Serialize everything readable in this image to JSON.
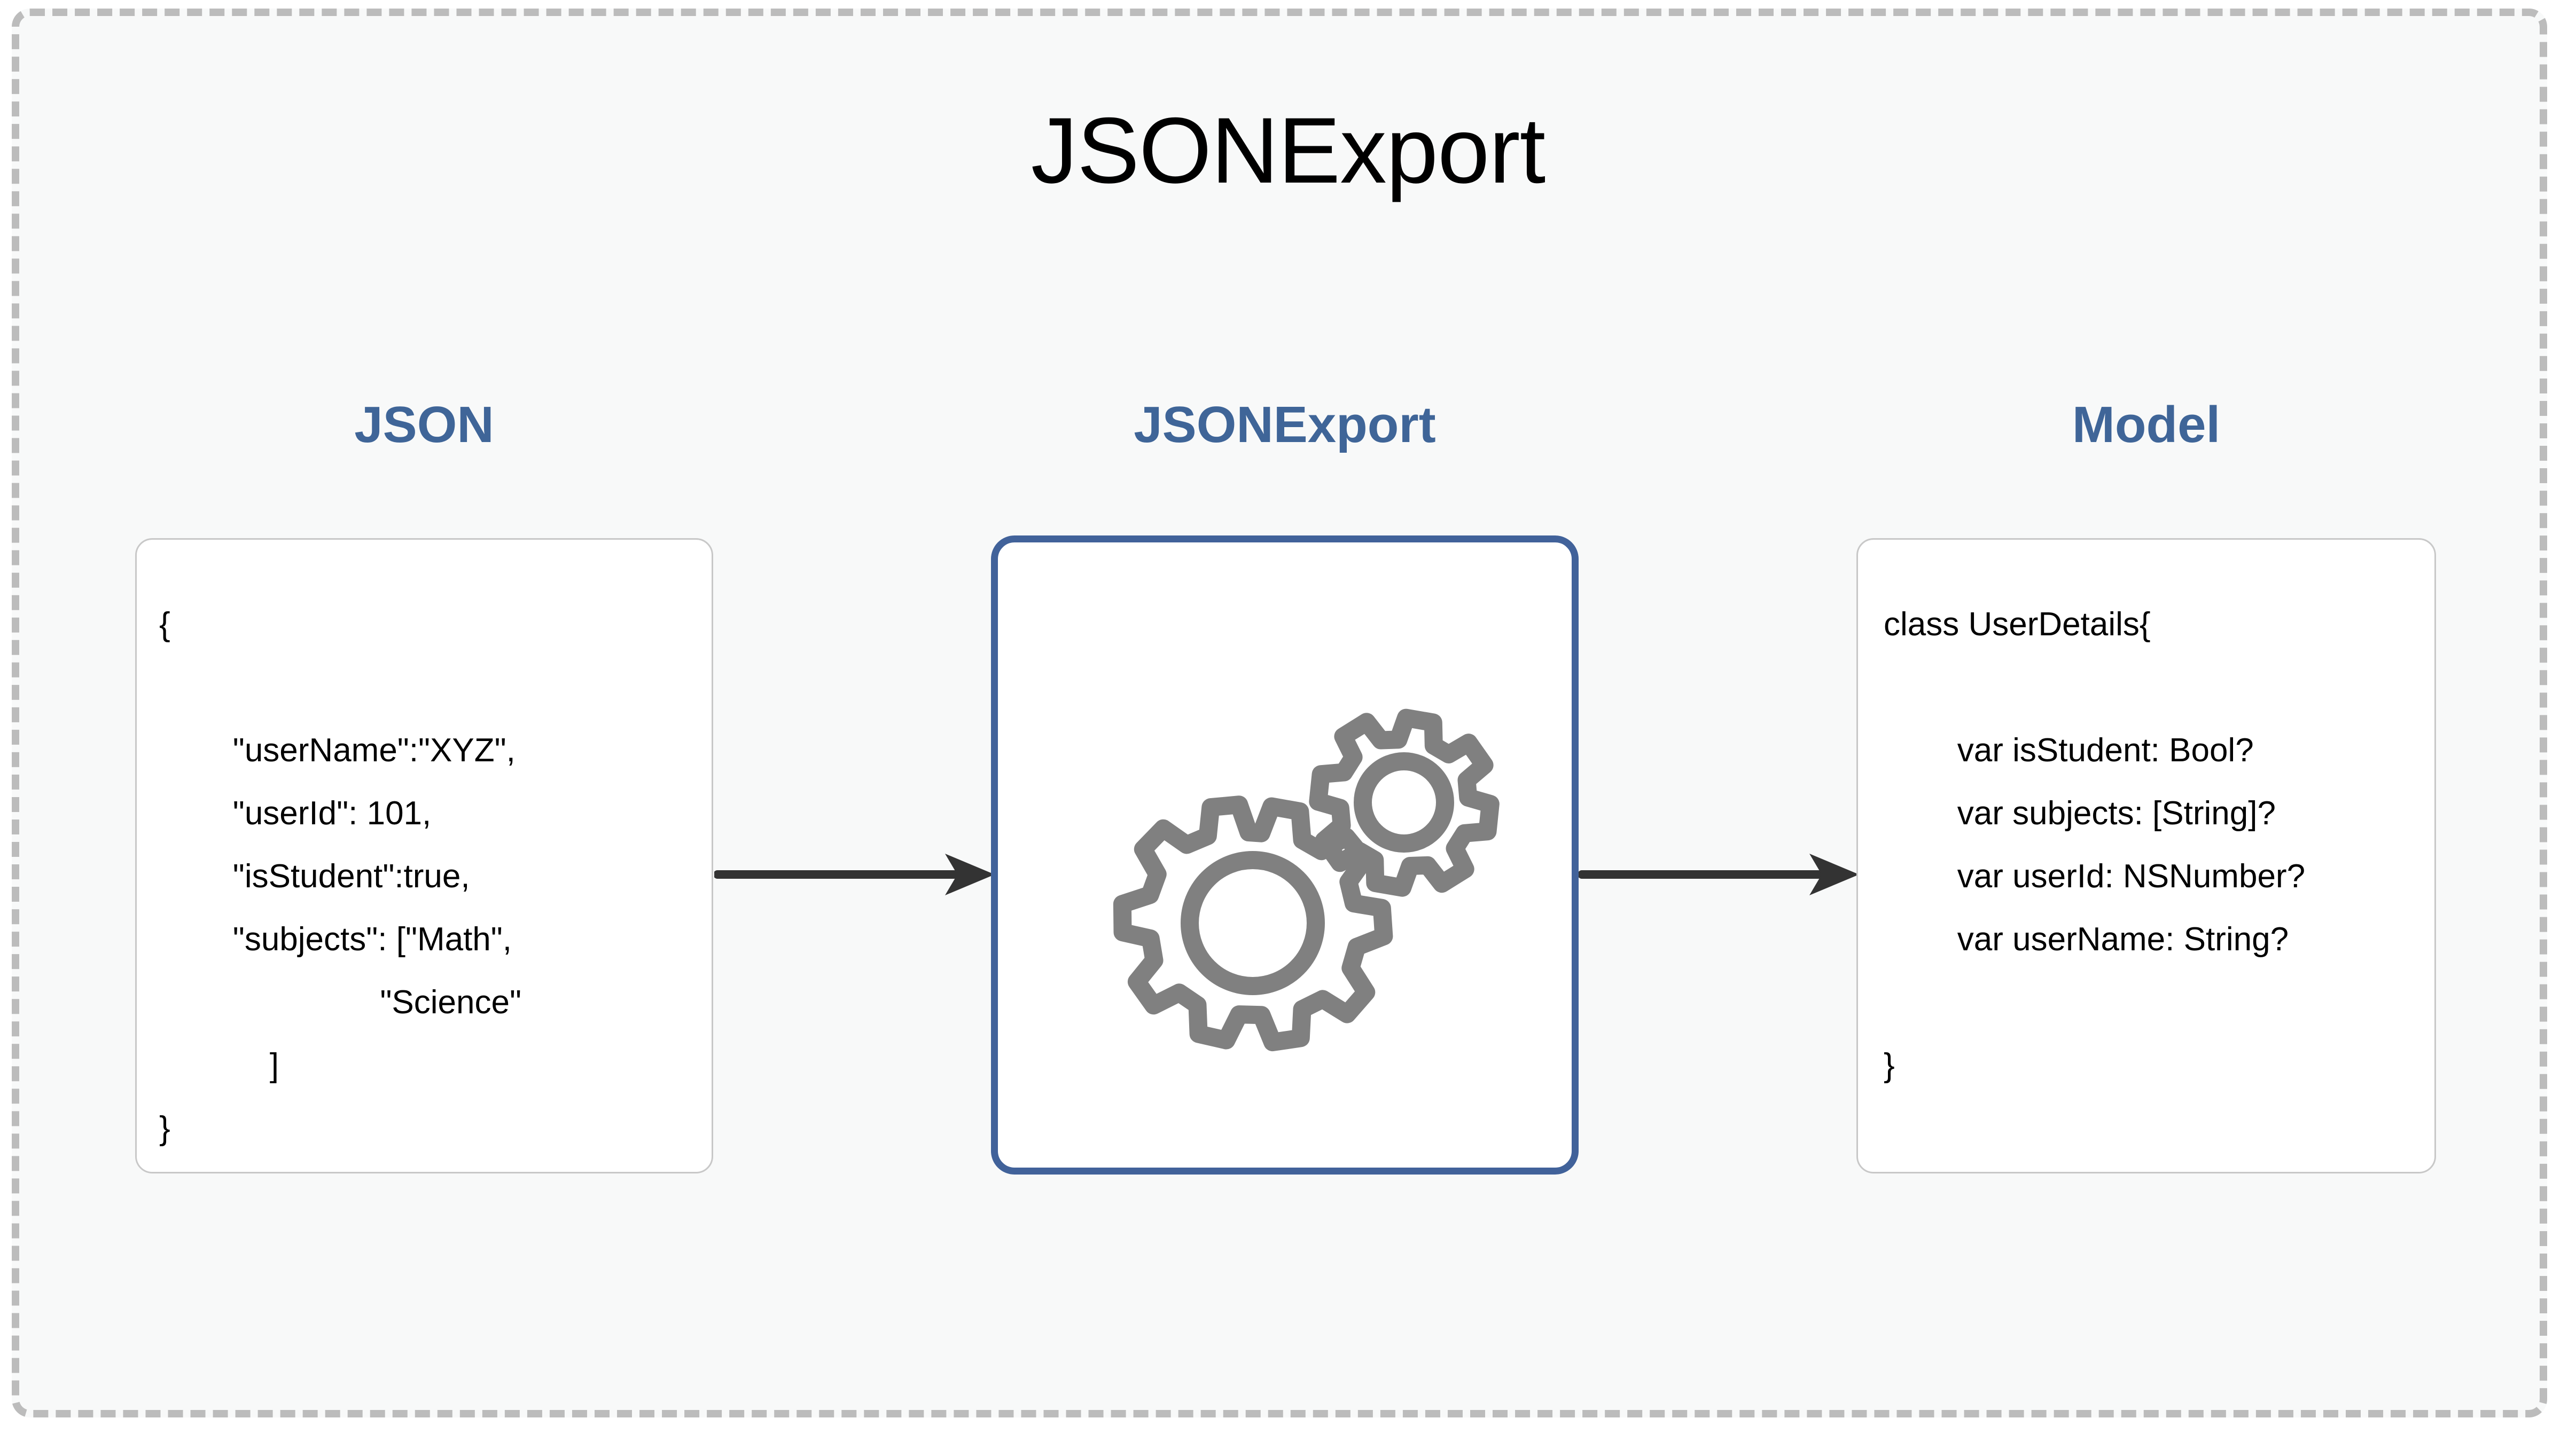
{
  "page": {
    "title": "JSONExport"
  },
  "columns": {
    "source": {
      "heading": "JSON",
      "code": "{\n\n        \"userName\":\"XYZ\",\n        \"userId\": 101,\n        \"isStudent\":true,\n        \"subjects\": [\"Math\",\n                        \"Science\"\n            ]\n}"
    },
    "processor": {
      "heading": "JSONExport",
      "icon": "gears-icon"
    },
    "target": {
      "heading": "Model",
      "code": "class UserDetails{\n\n        var isStudent: Bool?\n        var subjects: [String]?\n        var userId: NSNumber?\n        var userName: String?\n\n}"
    }
  },
  "arrows": [
    {
      "name": "arrow-json-to-processor",
      "direction": "right"
    },
    {
      "name": "arrow-processor-to-model",
      "direction": "right"
    }
  ],
  "colors": {
    "heading_blue": "#3f6598",
    "processor_border": "#41629a",
    "gear_gray": "#808080",
    "arrow_dark": "#333333",
    "frame_dash": "#bcbcbc",
    "frame_fill": "#f8f9f9",
    "panel_border": "#c8c8c8",
    "text_black": "#000000"
  }
}
